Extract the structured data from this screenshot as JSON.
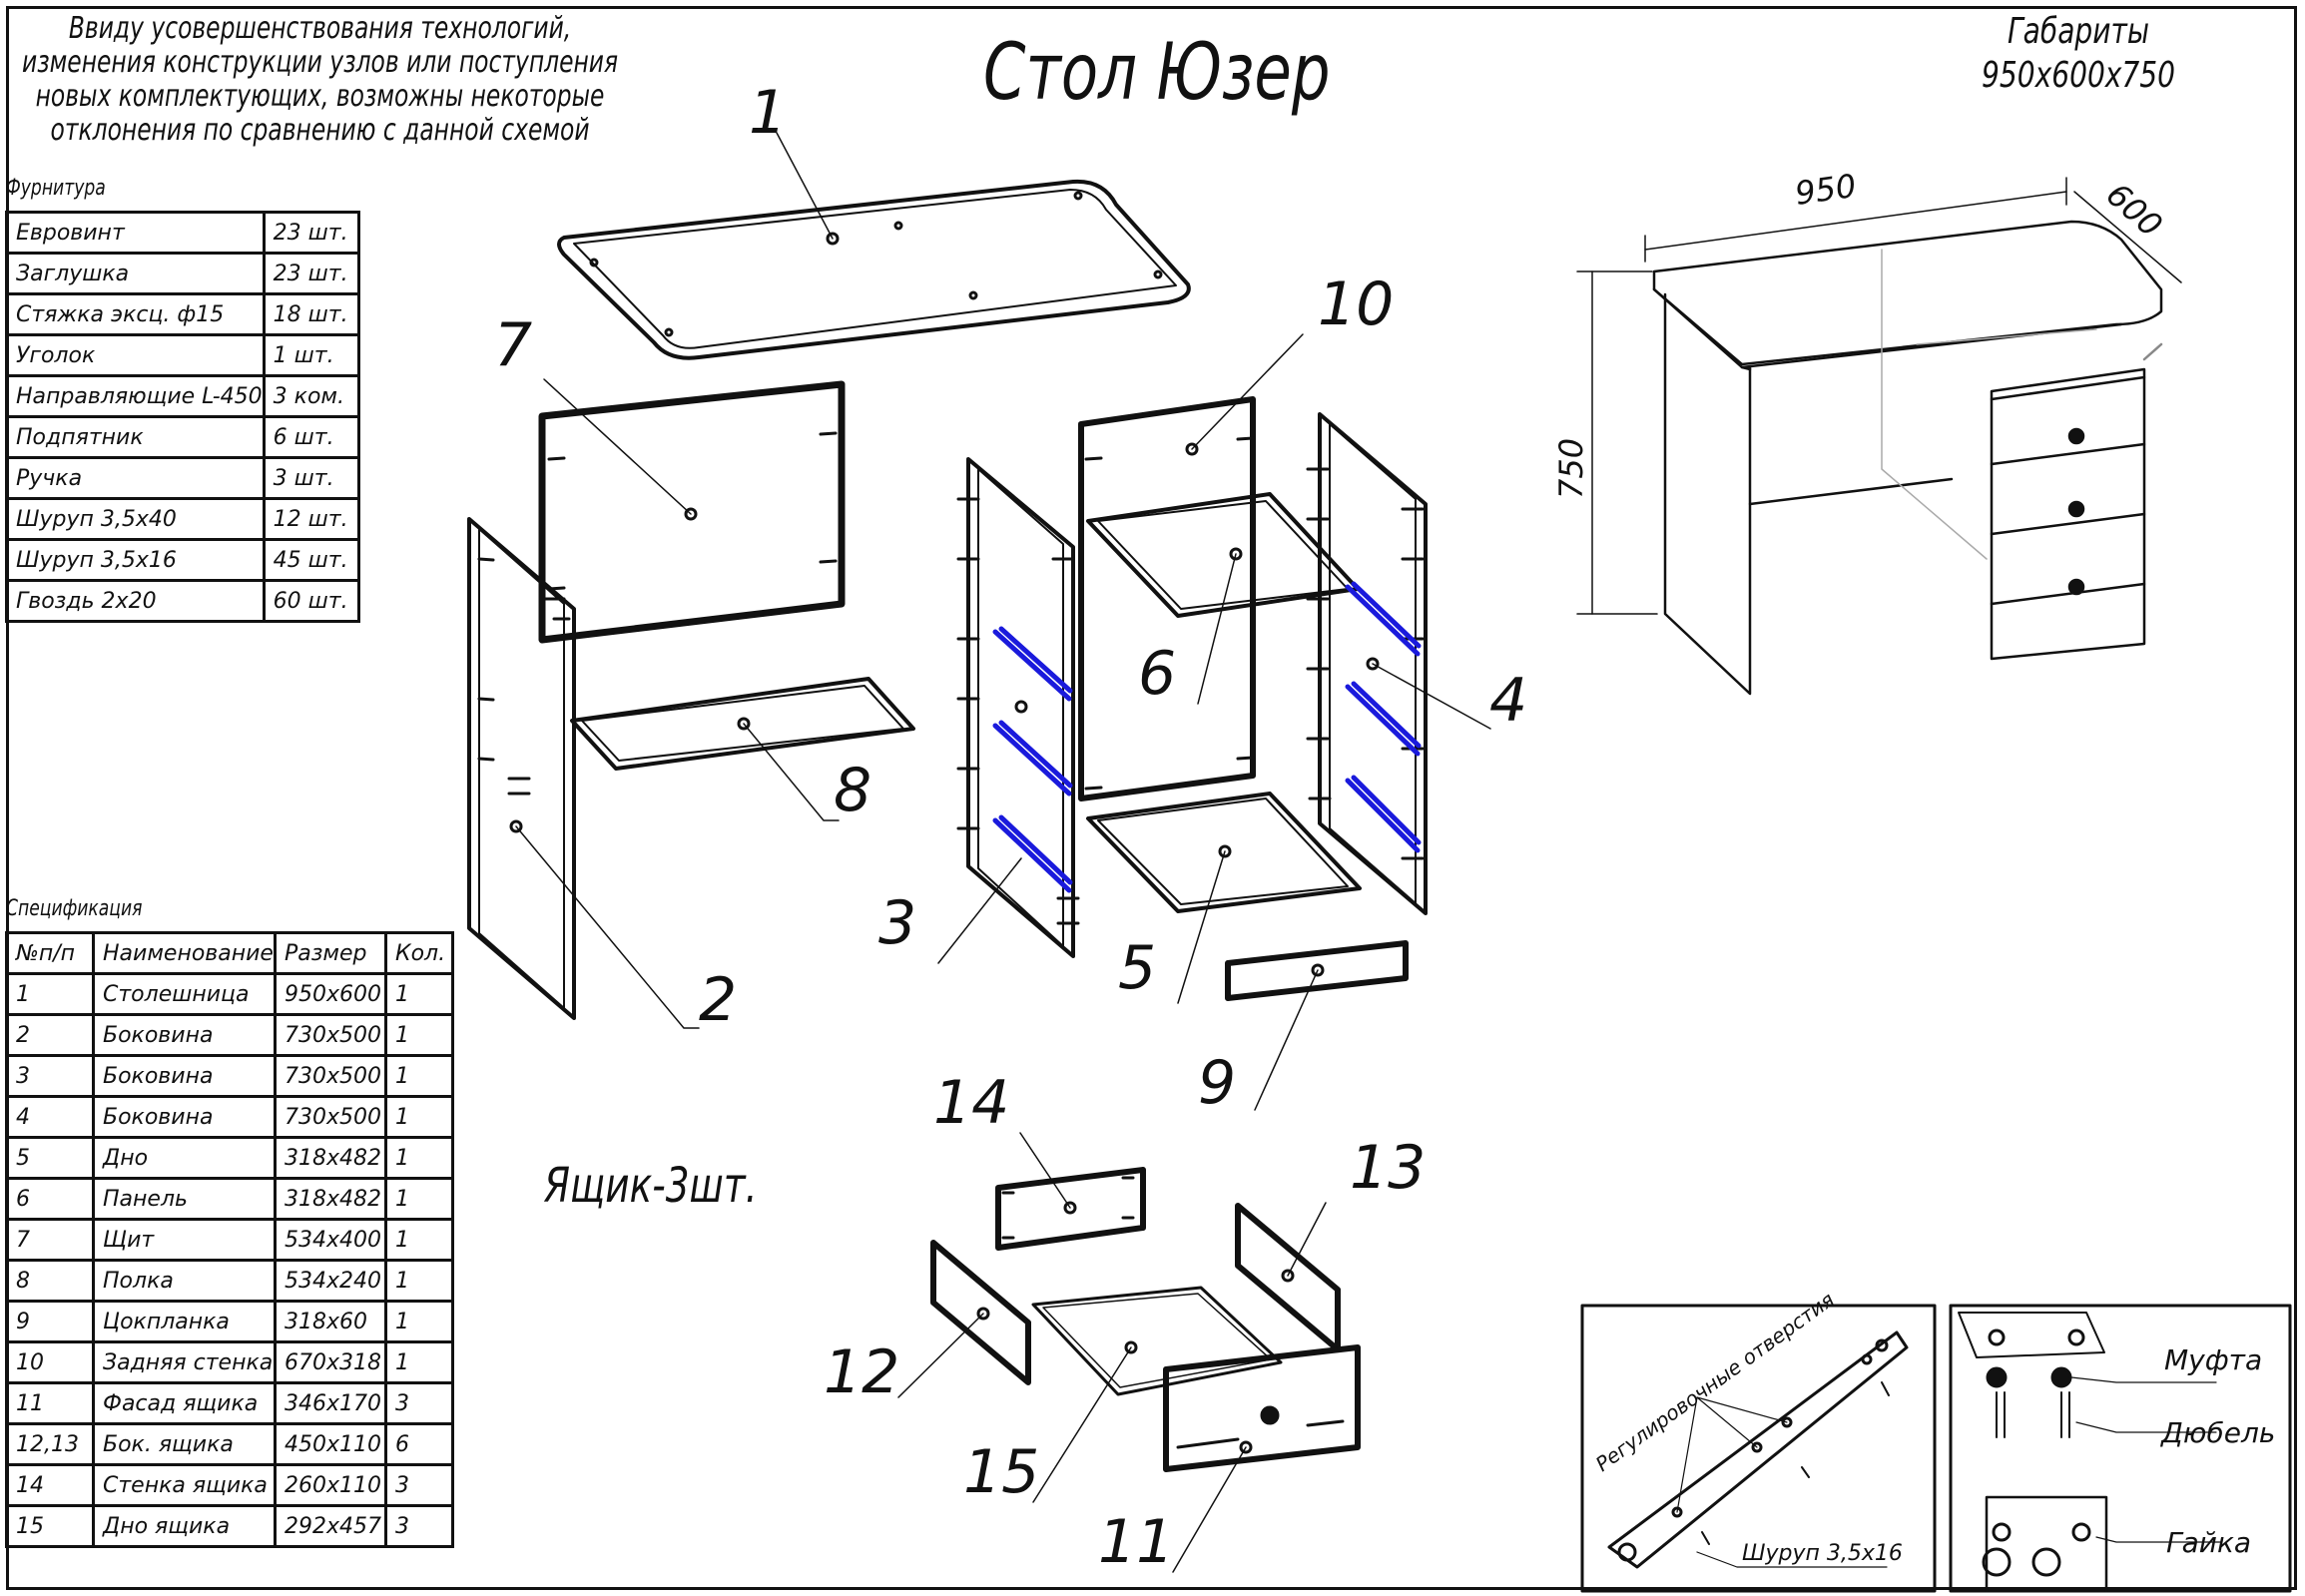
{
  "title": "Стол Юзер",
  "note": "Ввиду усовершенствования технологий,\nизменения конструкции узлов или поступления\nновых комплектующих, возможны некоторые\nотклонения по сравнению с данной схемой",
  "dimensions": {
    "label": "Габариты",
    "value": "950х600х750",
    "width": "950",
    "depth": "600",
    "height": "750"
  },
  "drawer_note": "Ящик-3шт.",
  "hardware": {
    "title": "Фурнитура",
    "rows": [
      [
        "Евровинт",
        "23 шт."
      ],
      [
        "Заглушка",
        "23 шт."
      ],
      [
        "Стяжка эксц. ф15",
        "18 шт."
      ],
      [
        "Уголок",
        "1 шт."
      ],
      [
        "Направляющие L-450",
        "3 ком."
      ],
      [
        "Подпятник",
        "6 шт."
      ],
      [
        "Ручка",
        "3 шт."
      ],
      [
        "Шуруп 3,5х40",
        "12 шт."
      ],
      [
        "Шуруп 3,5х16",
        "45 шт."
      ],
      [
        "Гвоздь 2х20",
        "60 шт."
      ]
    ]
  },
  "spec": {
    "title": "Спецификация",
    "headers": [
      "№п/п",
      "Наименование",
      "Размер",
      "Кол."
    ],
    "rows": [
      [
        "1",
        "Столешница",
        "950х600",
        "1"
      ],
      [
        "2",
        "Боковина",
        "730х500",
        "1"
      ],
      [
        "3",
        "Боковина",
        "730х500",
        "1"
      ],
      [
        "4",
        "Боковина",
        "730х500",
        "1"
      ],
      [
        "5",
        "Дно",
        "318х482",
        "1"
      ],
      [
        "6",
        "Панель",
        "318х482",
        "1"
      ],
      [
        "7",
        "Щит",
        "534х400",
        "1"
      ],
      [
        "8",
        "Полка",
        "534х240",
        "1"
      ],
      [
        "9",
        "Цокпланка",
        "318х60",
        "1"
      ],
      [
        "10",
        "Задняя стенка",
        "670х318",
        "1"
      ],
      [
        "11",
        "Фасад ящика",
        "346х170",
        "3"
      ],
      [
        "12,13",
        "Бок. ящика",
        "450х110",
        "6"
      ],
      [
        "14",
        "Стенка ящика",
        "260х110",
        "3"
      ],
      [
        "15",
        "Дно ящика",
        "292х457",
        "3"
      ]
    ]
  },
  "part_numbers": [
    "1",
    "2",
    "3",
    "4",
    "5",
    "6",
    "7",
    "8",
    "9",
    "10",
    "11",
    "12",
    "13",
    "14",
    "15"
  ],
  "detail_slide": {
    "label_holes": "Регулировочные отверстия",
    "label_screw": "Шуруп 3,5х16"
  },
  "detail_connector": {
    "label_coupling": "Муфта",
    "label_dowel": "Дюбель",
    "label_nut": "Гайка"
  },
  "colors": {
    "ink": "#111111",
    "slide": "#1a1adc"
  }
}
